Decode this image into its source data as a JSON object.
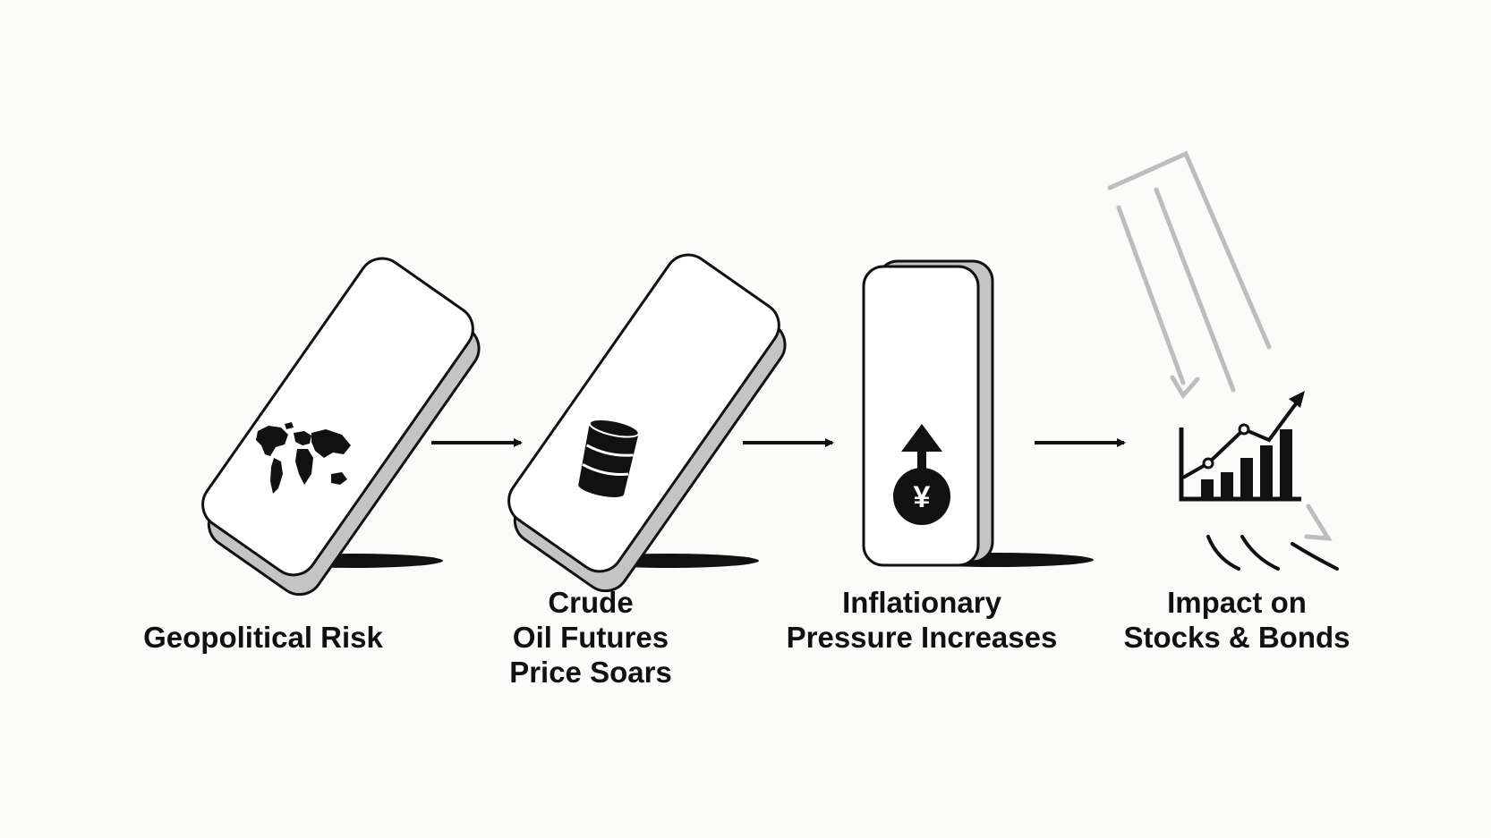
{
  "steps": [
    {
      "lines": [
        "Geopolitical Risk"
      ],
      "icon": "world-map-icon"
    },
    {
      "lines": [
        "Crude",
        "Oil Futures",
        "Price Soars"
      ],
      "icon": "oil-barrel-icon"
    },
    {
      "lines": [
        "Inflationary",
        "Pressure Increases"
      ],
      "icon": "yen-coin-up-arrow-icon"
    },
    {
      "lines": [
        "Impact on",
        "Stocks & Bonds"
      ],
      "icon": "rising-bar-chart-icon"
    }
  ],
  "colors": {
    "background": "#fbfbf9",
    "ink": "#111111",
    "domino_face": "#ffffff",
    "domino_side": "#c4c4c4",
    "faded_arrow": "#bdbdbd"
  }
}
